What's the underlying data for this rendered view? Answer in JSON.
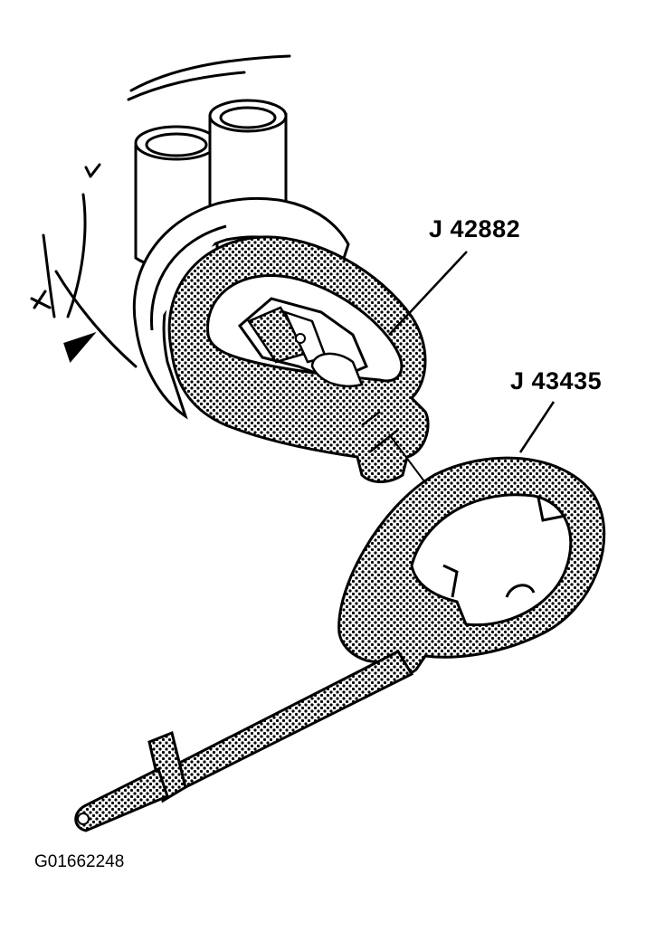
{
  "callouts": {
    "tool_1": "J 42882",
    "tool_2": "J 43435"
  },
  "figure_id": "G01662248"
}
